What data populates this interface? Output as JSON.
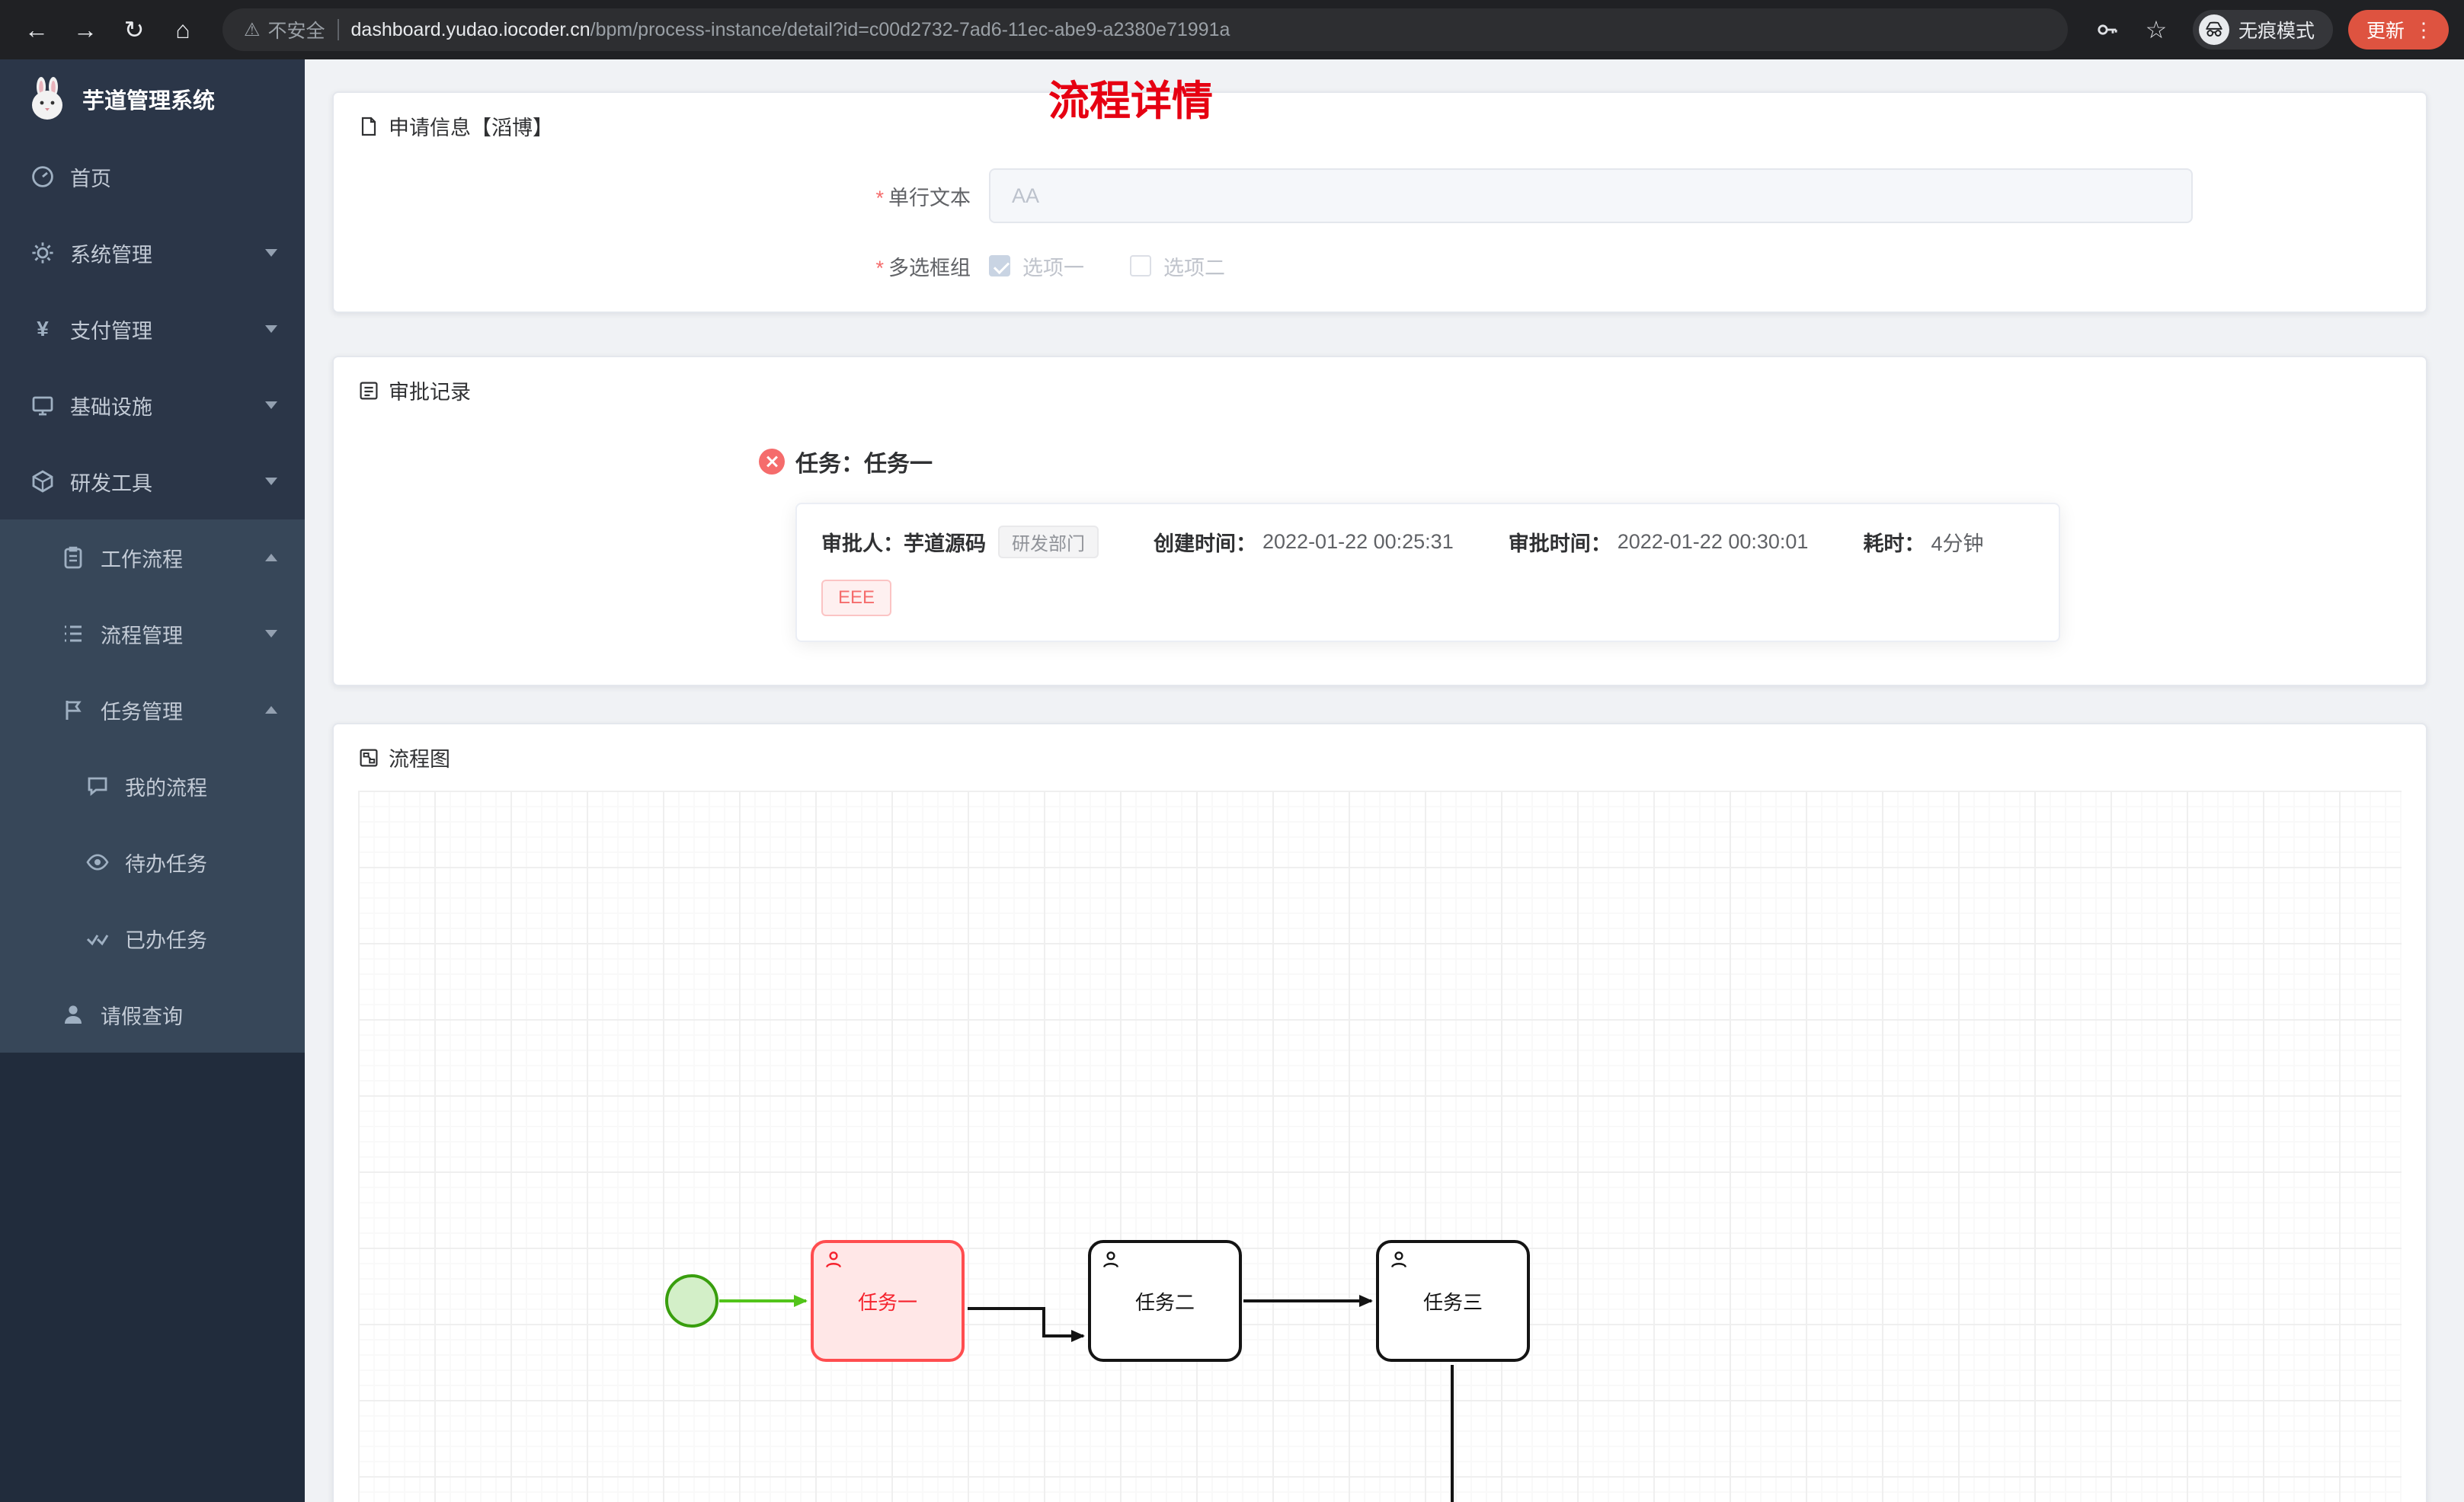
{
  "colors": {
    "title_red": "#e60012",
    "task_highlight_border": "#ff4d4f",
    "start_event_green": "#52c41a",
    "danger": "#f56c6c"
  },
  "browser": {
    "security_label": "不安全",
    "url_domain": "dashboard.yudao.iocoder.cn",
    "url_path": "/bpm/process-instance/detail?id=c00d2732-7ad6-11ec-abe9-a2380e71991a",
    "incognito_label": "无痕模式",
    "update_label": "更新"
  },
  "sidebar": {
    "app_title": "芋道管理系统",
    "items": [
      {
        "label": "首页"
      },
      {
        "label": "系统管理"
      },
      {
        "label": "支付管理"
      },
      {
        "label": "基础设施"
      },
      {
        "label": "研发工具"
      },
      {
        "label": "工作流程"
      }
    ],
    "workflow_children": [
      {
        "label": "流程管理"
      },
      {
        "label": "任务管理",
        "children": [
          "我的流程",
          "待办任务",
          "已办任务"
        ]
      },
      {
        "label": "请假查询"
      }
    ]
  },
  "page": {
    "title": "流程详情",
    "apply_card": {
      "title": "申请信息【滔博】",
      "fields": [
        {
          "label": "单行文本",
          "required": true,
          "type": "input",
          "value": "AA"
        },
        {
          "label": "多选框组",
          "required": true,
          "type": "checkbox-group",
          "options": [
            {
              "label": "选项一",
              "checked": true
            },
            {
              "label": "选项二",
              "checked": false
            }
          ]
        }
      ]
    },
    "approve_card": {
      "title": "审批记录",
      "task_title": "任务：任务一",
      "approver_label": "审批人：",
      "approver": "芋道源码",
      "dept_tag": "研发部门",
      "created_label": "创建时间：",
      "created_time": "2022-01-22 00:25:31",
      "audited_label": "审批时间：",
      "audited_time": "2022-01-22 00:30:01",
      "duration_label": "耗时：",
      "duration": "4分钟",
      "reason_tag": "EEE"
    },
    "diagram_card": {
      "title": "流程图",
      "nodes": [
        "任务一",
        "任务二",
        "任务三"
      ]
    }
  }
}
